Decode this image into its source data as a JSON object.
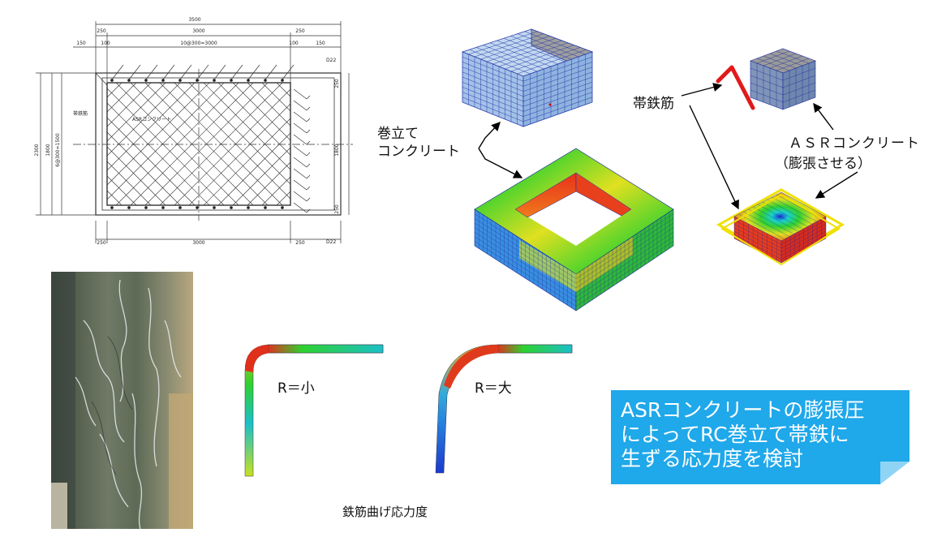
{
  "labels": {
    "jacket_concrete_1": "巻立て",
    "jacket_concrete_2": "コンクリート",
    "hoop_bar": "帯鉄筋",
    "asr_concrete": "ＡＳＲコンクリート",
    "asr_expand": "（膨張させる）",
    "r_small": "R＝小",
    "r_large": "R＝大",
    "bend_stress_caption": "鉄筋曲げ応力度"
  },
  "callout": {
    "line1": "ASRコンクリートの膨張圧",
    "line2": "によってRC巻立て帯鉄に",
    "line3": "生ずる応力度を検討"
  },
  "drawing": {
    "dim_total_width": "3500",
    "dim_top_left": "250",
    "dim_top_mid": "3000",
    "dim_top_right": "250",
    "dim_150_left": "150",
    "dim_100_left": "100",
    "dim_pitch": "10@300=3000",
    "dim_100_right": "100",
    "dim_150_right": "150",
    "bar_top": "D22",
    "bar_bottom": "D22",
    "dim_bottom_left": "250",
    "dim_bottom_mid": "3000",
    "dim_bottom_right": "250",
    "dim_left_total": "2300",
    "dim_left_mid": "1800",
    "dim_left_pitch": "6@300=1500",
    "dim_right_mid": "1800",
    "dim_right_top": "250",
    "dim_right_bottom": "250",
    "hoop_label": "帯鉄筋",
    "asr_label": "ASRコンクリート"
  },
  "colors": {
    "callout_bg": "#1fa8ea",
    "mesh_blue": "#a9c8ec",
    "fringe_red": "#e8301c",
    "fringe_green": "#2fd12f",
    "fringe_blue": "#2243c9",
    "hoop_yellow": "#f0e000"
  }
}
